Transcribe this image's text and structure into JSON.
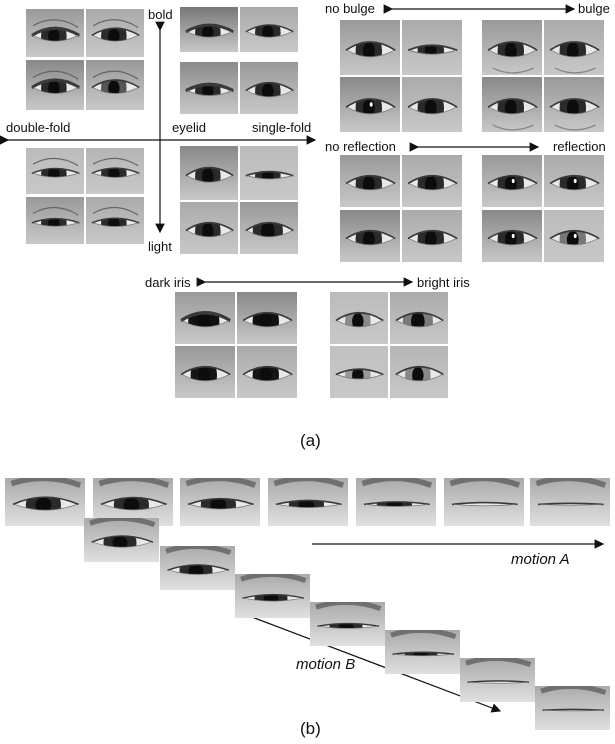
{
  "panel_a": {
    "bold": "bold",
    "light": "light",
    "double_fold": "double-fold",
    "eyelid": "eyelid",
    "single_fold": "single-fold",
    "no_bulge": "no bulge",
    "bulge": "bulge",
    "no_reflection": "no reflection",
    "reflection": "reflection",
    "dark_iris": "dark iris",
    "bright_iris": "bright iris"
  },
  "panel_b": {
    "motion_a": "motion A",
    "motion_b": "motion B"
  },
  "captions": {
    "a": "(a)",
    "b": "(b)"
  }
}
